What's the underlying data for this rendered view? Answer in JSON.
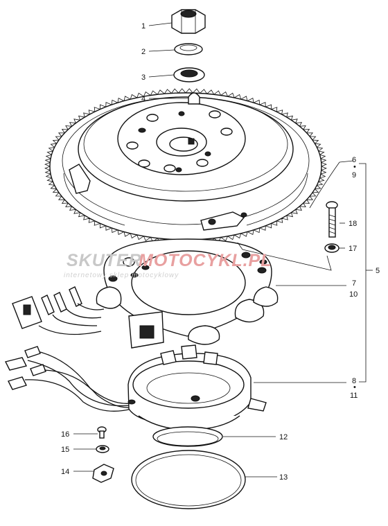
{
  "labels": {
    "l1": "1",
    "l2": "2",
    "l3": "3",
    "l4": "4",
    "l6": "6",
    "l9": "9",
    "l18": "18",
    "l17": "17",
    "l7": "7",
    "l10": "10",
    "l5": "5",
    "l8": "8",
    "l11": "11",
    "l12": "12",
    "l16": "16",
    "l15": "15",
    "l14": "14",
    "l13": "13"
  },
  "watermark": {
    "brand_a": "SKUTER",
    "brand_b": "MOTOCYKL.PL",
    "tagline": "internetowy sklep motocyklowy",
    "color_a": "#c8c8c8",
    "color_b": "#e8a0a0",
    "color_tag": "#d0d0d0"
  }
}
